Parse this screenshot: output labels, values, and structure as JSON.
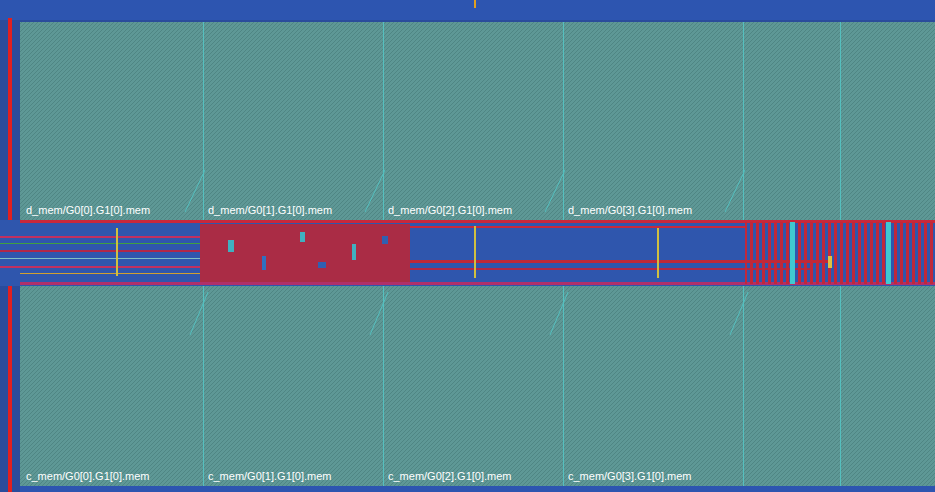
{
  "diagram": {
    "nodes": [
      {
        "text": [
          "d_mem/G0[0].G1[0].mem"
        ]
      },
      {
        "text": [
          "d_mem/G0[1].G1[0].mem"
        ]
      },
      {
        "text": [
          "d_mem/G0[2].G1[0].mem"
        ]
      },
      {
        "text": [
          "d_mem/G0[3].G1[0].mem"
        ]
      },
      {
        "text": [
          "c_mem/G0[0].G1[0].mem"
        ]
      },
      {
        "text": [
          "c_mem/G0[1].G1[0].mem"
        ]
      },
      {
        "text": [
          "c_mem/G0[2].G1[0].mem"
        ]
      },
      {
        "text": [
          "c_mem/G0[3].G1[0].mem"
        ]
      }
    ]
  }
}
